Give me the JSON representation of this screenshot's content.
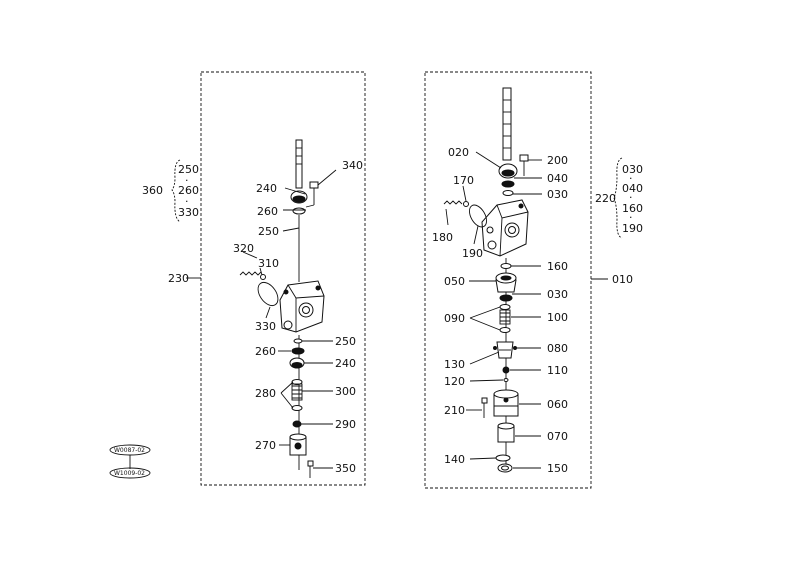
{
  "left_group": {
    "assembly_label": "230",
    "kit_label": "360",
    "kit_items": [
      "250",
      "260",
      "330"
    ],
    "callouts": {
      "c340": "340",
      "c240a": "240",
      "c260a": "260",
      "c250a": "250",
      "c320": "320",
      "c310": "310",
      "c330": "330",
      "c250b": "250",
      "c260b": "260",
      "c240b": "240",
      "c280": "280",
      "c300": "300",
      "c290": "290",
      "c270": "270",
      "c350": "350"
    }
  },
  "right_group": {
    "assembly_label": "010",
    "kit_label": "220",
    "kit_items": [
      "030",
      "040",
      "160",
      "190"
    ],
    "callouts": {
      "c020": "020",
      "c200": "200",
      "c040": "040",
      "c030a": "030",
      "c170": "170",
      "c180": "180",
      "c190": "190",
      "c160": "160",
      "c050": "050",
      "c030b": "030",
      "c090": "090",
      "c100": "100",
      "c080": "080",
      "c130": "130",
      "c110": "110",
      "c120": "120",
      "c210": "210",
      "c060": "060",
      "c070": "070",
      "c140": "140",
      "c150": "150"
    }
  },
  "ref_codes": [
    "W0087-02",
    "W1009-02"
  ]
}
